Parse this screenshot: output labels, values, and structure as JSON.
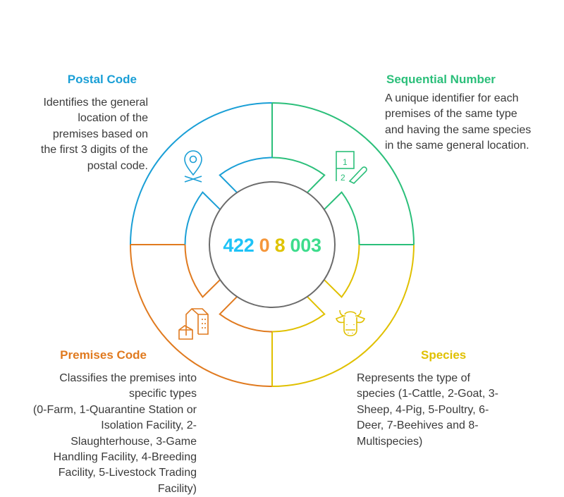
{
  "colors": {
    "postal": "#1a9fd6",
    "sequential": "#2bbf7a",
    "premises": "#e07a1f",
    "species": "#e0c000",
    "center_ring": "#6b6b6b"
  },
  "center_code": {
    "postal": {
      "text": "422",
      "color": "#1ec3f7"
    },
    "premises": {
      "text": "0",
      "color": "#f5963a"
    },
    "species": {
      "text": "8",
      "color": "#dfc300"
    },
    "sequential": {
      "text": "003",
      "color": "#3ddc8c"
    }
  },
  "sections": {
    "postal": {
      "title": "Postal Code",
      "body": "Identifies the general\nlocation of the\npremises based on\nthe first 3 digits of the\npostal code.",
      "icon": "map-pin-icon"
    },
    "sequential": {
      "title": "Sequential Number",
      "body": "A unique identifier for each\npremises of the same type\nand having the same species\nin the same general location.",
      "icon": "numbered-list-pencil-icon"
    },
    "premises": {
      "title": "Premises Code",
      "body": "Classifies the premises into\nspecific types \n(0-Farm, 1-Quarantine Station or\nIsolation Facility, 2-\nSlaughterhouse, 3-Game\nHandling Facility, 4-Breeding\nFacility, 5-Livestock Trading\nFacility)",
      "icon": "farm-buildings-icon"
    },
    "species": {
      "title": "Species",
      "body": "Represents the type of\nspecies (1-Cattle, 2-Goat, 3-\nSheep, 4-Pig, 5-Poultry, 6-\nDeer, 7-Beehives and 8-\nMultispecies)",
      "icon": "cow-icon"
    }
  }
}
